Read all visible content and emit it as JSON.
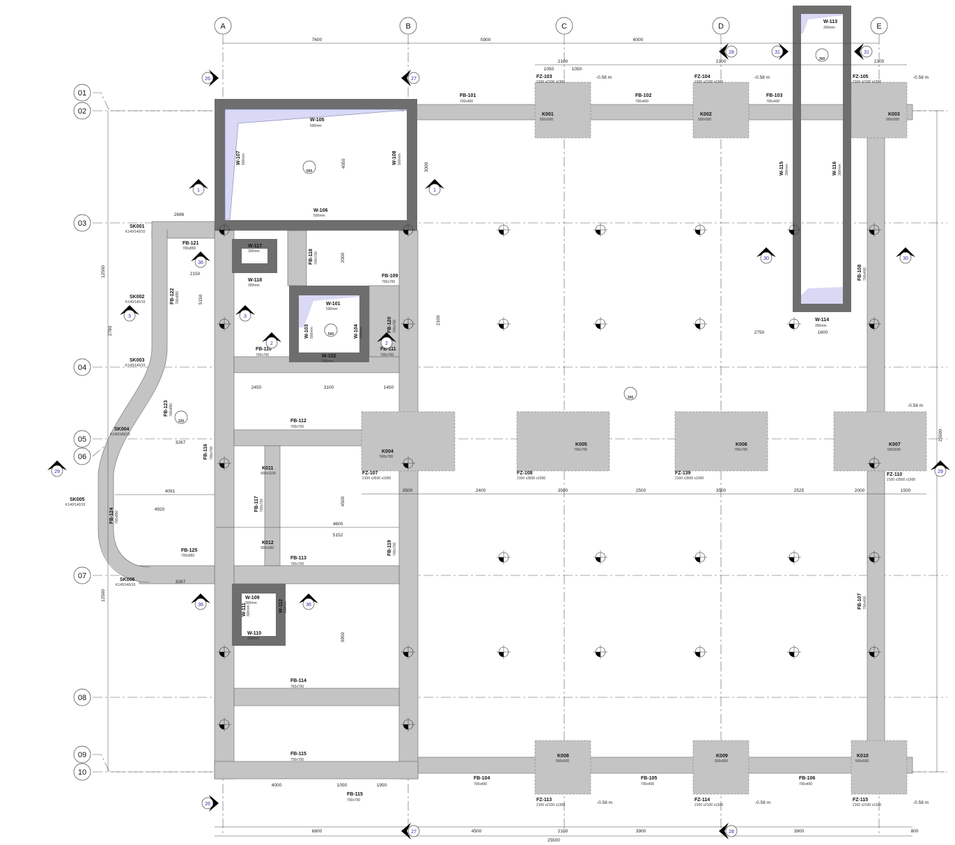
{
  "grid": {
    "columns": [
      "A",
      "B",
      "C",
      "D",
      "E"
    ],
    "rows": [
      "01",
      "02",
      "03",
      "04",
      "05",
      "06",
      "07",
      "08",
      "09",
      "10"
    ]
  },
  "beams": {
    "fb101": {
      "label": "FB-101",
      "size": "700x400"
    },
    "fb102": {
      "label": "FB-102",
      "size": "700x400"
    },
    "fb103": {
      "label": "FB-103",
      "size": "700x400"
    },
    "fb104": {
      "label": "FB-104",
      "size": "700x400"
    },
    "fb105": {
      "label": "FB-105",
      "size": "700x400"
    },
    "fb106": {
      "label": "FB-106",
      "size": "700x400"
    },
    "fb107": {
      "label": "FB-107",
      "size": "700x400"
    },
    "fb108": {
      "label": "FB-108",
      "size": "700x400"
    },
    "fb109": {
      "label": "FB-109",
      "size": "700x700"
    },
    "fb110": {
      "label": "FB-110",
      "size": "700x700"
    },
    "fb111": {
      "label": "FB-111",
      "size": "700x700"
    },
    "fb112": {
      "label": "FB-112",
      "size": "700x700"
    },
    "fb113": {
      "label": "FB-113",
      "size": "700x700"
    },
    "fb114": {
      "label": "FB-114",
      "size": "700x700"
    },
    "fb115": {
      "label": "FB-115",
      "size": "700x700"
    },
    "fb115b": {
      "label": "FB-115",
      "size": "700x700"
    },
    "fb116": {
      "label": "FB-116",
      "size": "700x700"
    },
    "fb117": {
      "label": "FB-117",
      "size": "700x700"
    },
    "fb118": {
      "label": "FB-118",
      "size": "700x700"
    },
    "fb119": {
      "label": "FB-119",
      "size": "700x700"
    },
    "fb120": {
      "label": "FB-120",
      "size": "700x700"
    },
    "fb121": {
      "label": "FB-121",
      "size": "700x850"
    },
    "fb122": {
      "label": "FB-122",
      "size": "700x850"
    },
    "fb123": {
      "label": "FB-123",
      "size": "700x850"
    },
    "fb124": {
      "label": "FB-124",
      "size": "700x850"
    },
    "fb125": {
      "label": "FB-125",
      "size": "700x850"
    }
  },
  "walls": {
    "w105": {
      "label": "W-105",
      "size": "500mm"
    },
    "w106": {
      "label": "W-106",
      "size": "500mm"
    },
    "w107": {
      "label": "W-107",
      "size": "500mm"
    },
    "w108": {
      "label": "W-108",
      "size": "500mm"
    },
    "w101": {
      "label": "W-101",
      "size": "500mm"
    },
    "w102": {
      "label": "W-102",
      "size": "500mm"
    },
    "w103": {
      "label": "W-103",
      "size": "500mm"
    },
    "w104": {
      "label": "W-104",
      "size": "500mm"
    },
    "w113": {
      "label": "W-113",
      "size": "300mm"
    },
    "w114": {
      "label": "W-114",
      "size": "300mm"
    },
    "w115": {
      "label": "W-115",
      "size": "300mm"
    },
    "w116": {
      "label": "W-116",
      "size": "300mm"
    },
    "w117": {
      "label": "W-117",
      "size": "300mm"
    },
    "w118": {
      "label": "W-118",
      "size": "300mm"
    },
    "w109": {
      "label": "W-109",
      "size": "300mm"
    },
    "w110": {
      "label": "W-110",
      "size": "300mm"
    },
    "w111": {
      "label": "W-111",
      "size": "300mm"
    },
    "w112": {
      "label": "W-112",
      "size": "300mm"
    }
  },
  "columns": {
    "k001": {
      "label": "K001",
      "size": "500x500"
    },
    "k002": {
      "label": "K002",
      "size": "500x500"
    },
    "k003": {
      "label": "K003",
      "size": "500x500"
    },
    "k004": {
      "label": "K004",
      "size": "500x700"
    },
    "k005": {
      "label": "K005",
      "size": "700x700"
    },
    "k006": {
      "label": "K006",
      "size": "700x700"
    },
    "k007": {
      "label": "K007",
      "size": "550x550"
    },
    "k008": {
      "label": "K008",
      "size": "500x500"
    },
    "k009": {
      "label": "K009",
      "size": "500x500"
    },
    "k010": {
      "label": "K010",
      "size": "500x500"
    },
    "k011": {
      "label": "K011",
      "size": "900x1100"
    },
    "k012": {
      "label": "K012",
      "size": "900x300"
    }
  },
  "footings": {
    "fz103": {
      "label": "FZ-103",
      "spec": "2100 x2100 x1300"
    },
    "fz104": {
      "label": "FZ-104",
      "spec": "2100 x2100 x1300"
    },
    "fz105": {
      "label": "FZ-105",
      "spec": "2100 x2100 x1300"
    },
    "fz107": {
      "label": "FZ-107",
      "spec": "2100 x3500 x1000"
    },
    "fz108": {
      "label": "FZ-108",
      "spec": "2100 x3500 x1000"
    },
    "fz139": {
      "label": "FZ-139",
      "spec": "2100 x3500 x1000"
    },
    "fz110": {
      "label": "FZ-110",
      "spec": "2100 x3500 x1000"
    },
    "fz113": {
      "label": "FZ-113",
      "spec": "2100 x2100 x1300"
    },
    "fz114": {
      "label": "FZ-114",
      "spec": "2100 x2100 x1300"
    },
    "fz115": {
      "label": "FZ-115",
      "spec": "2100 x2100 x1300"
    }
  },
  "piles": {
    "sk001": {
      "label": "SK001",
      "spec": "K140/140/10"
    },
    "sk002": {
      "label": "SK002",
      "spec": "K140/140/10"
    },
    "sk003": {
      "label": "SK003",
      "spec": "K140/140/10"
    },
    "sk004": {
      "label": "SK004",
      "spec": "K140/140/13"
    },
    "sk005": {
      "label": "SK005",
      "spec": "K140/140/10"
    },
    "sk006": {
      "label": "SK006",
      "spec": "K140/140/10"
    }
  },
  "sections": {
    "s26": "26",
    "s27": "27",
    "s28": "28",
    "s31": "31",
    "s1": "1",
    "s3": "3",
    "s2": "2",
    "s36": "36",
    "s30": "30",
    "s29": "29"
  },
  "levels": {
    "foundation": "-0.58 m",
    "e500": "500",
    "e300": "300",
    "e220": "220"
  },
  "dimensions": {
    "top": [
      "7600",
      "5900",
      "6000"
    ],
    "bottom": [
      "6800",
      "4500",
      "2100",
      "3900",
      "3900",
      "800",
      "25500"
    ],
    "middle": [
      "3500",
      "2400",
      "3500",
      "2500",
      "3500",
      "2525",
      "2000",
      "1500"
    ],
    "footing_top": [
      "2100",
      "1050",
      "1050"
    ],
    "left": [
      "12500",
      "12500",
      "2780",
      "5150"
    ],
    "right": "25500",
    "misc": [
      "4091",
      "4920",
      "4600",
      "5152",
      "3267",
      "3267",
      "2696",
      "2150",
      "2450",
      "3100",
      "1450",
      "4000",
      "1050",
      "1950",
      "2750",
      "1600",
      "4050",
      "3000",
      "2000",
      "3950",
      "2100",
      "4500"
    ]
  }
}
